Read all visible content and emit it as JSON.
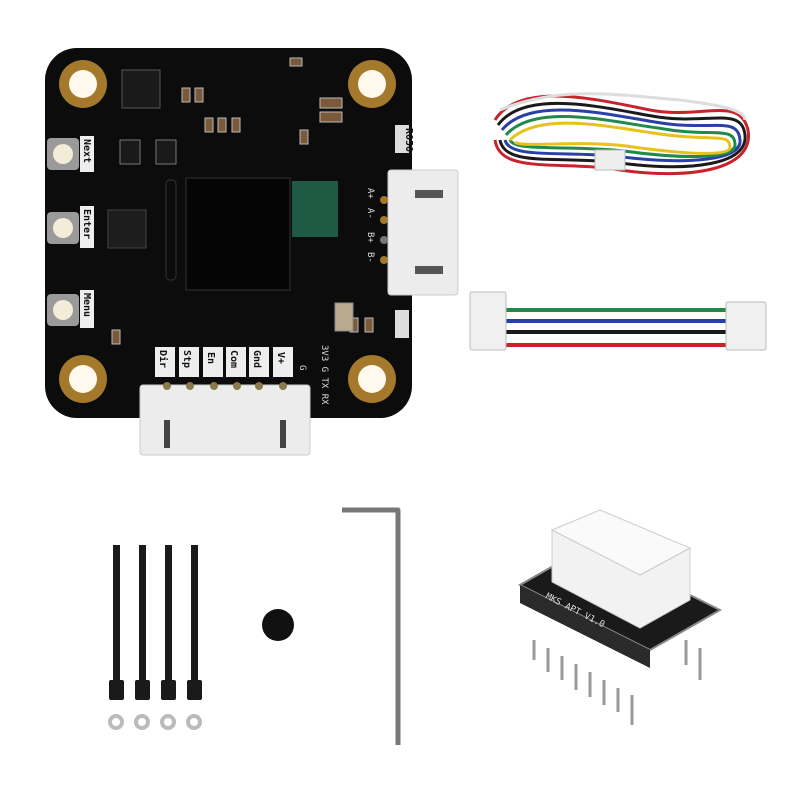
{
  "board": {
    "buttons": [
      {
        "label": "Next"
      },
      {
        "label": "Enter"
      },
      {
        "label": "Menu"
      }
    ],
    "bottom_pins": [
      "Dir",
      "Stp",
      "En",
      "Com",
      "Gnd",
      "V+"
    ],
    "motor_pins": [
      "A+",
      "A-",
      "B+",
      "B-"
    ],
    "uart_label": "3V3 G TX RX",
    "ground_label": "G",
    "resistor_marking": "R050",
    "colors": {
      "pcb": "#0c0c0c",
      "pad_gold": "#a4792c",
      "connector": "#ececec",
      "oled_tab": "#1f5a45"
    }
  },
  "cable_colors": [
    "#c8232c",
    "#1a1a1a",
    "#2a3fa8",
    "#1f8a4a",
    "#e6c21a",
    "#ffffff"
  ],
  "adapter": {
    "label": "MKS APT V1.0"
  },
  "accessories": {
    "screw_count": 4,
    "washer_count": 4
  }
}
